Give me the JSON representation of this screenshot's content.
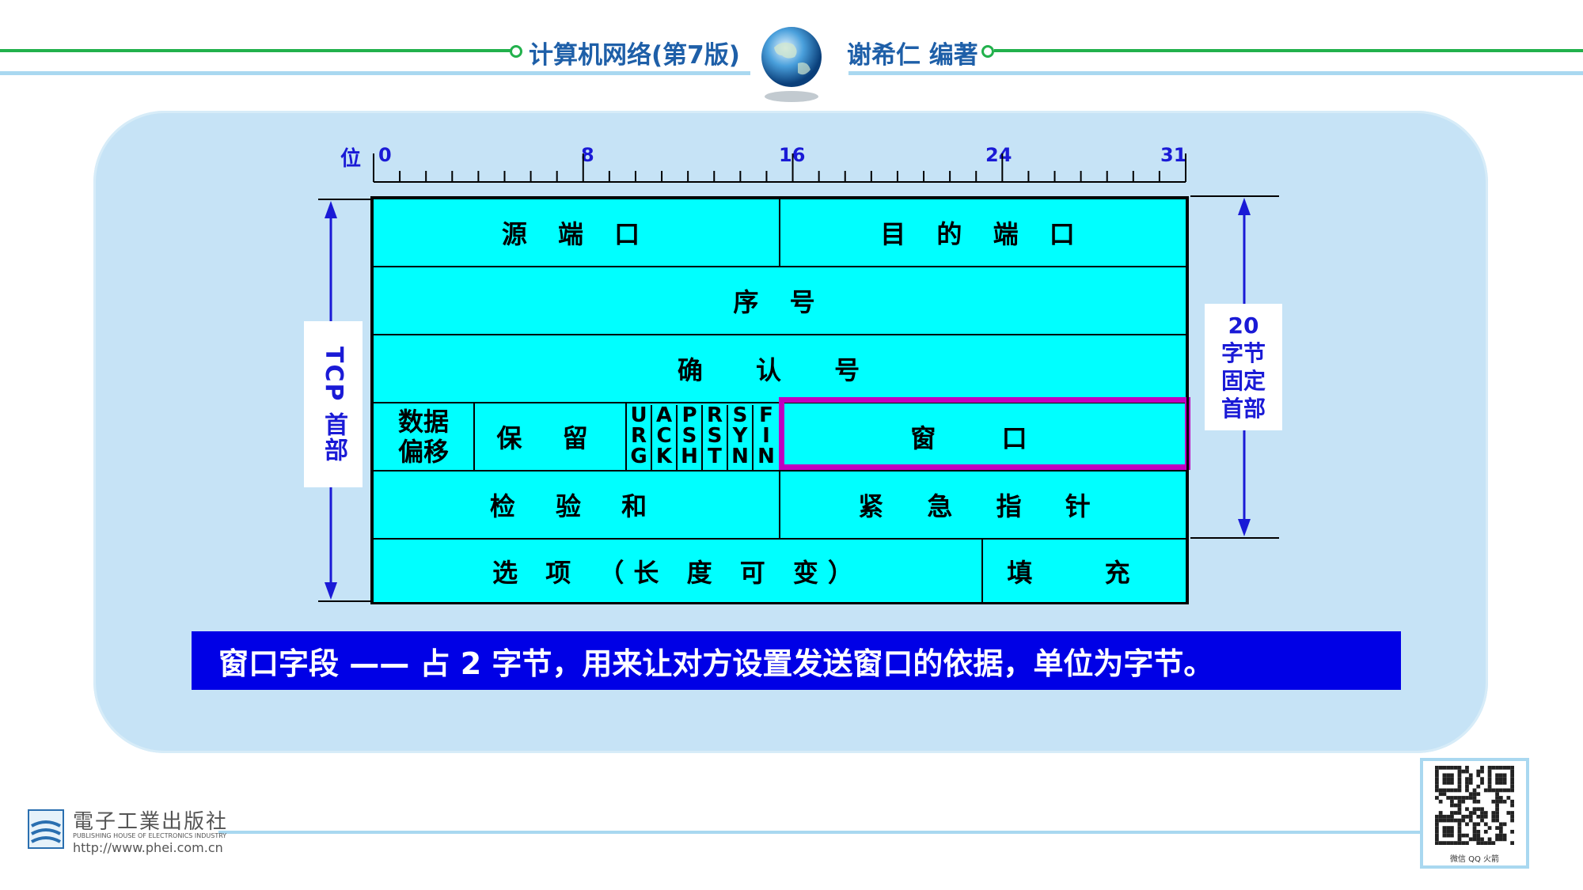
{
  "header": {
    "book_title": "计算机网络(第7版)",
    "author": "谢希仁 编著"
  },
  "ruler": {
    "label": "位",
    "marks": [
      "0",
      "8",
      "16",
      "24",
      "31"
    ]
  },
  "tcp_header": {
    "rows": [
      {
        "cells": [
          "源 端 口",
          "目 的 端 口"
        ]
      },
      {
        "cells": [
          "序 号"
        ]
      },
      {
        "cells": [
          "确 认 号"
        ]
      },
      {
        "data_offset": "数据\n偏移",
        "reserved": "保 留",
        "flags": [
          "URG",
          "ACK",
          "PSH",
          "RST",
          "SYN",
          "FIN"
        ],
        "window": "窗 口"
      },
      {
        "cells": [
          "检 验 和",
          "紧 急 指 针"
        ]
      },
      {
        "cells": [
          "选 项 （长 度 可 变）",
          "填 充"
        ]
      }
    ],
    "left_label": "TCP 首部",
    "right_label_line1": "20",
    "right_label_line2": "字节",
    "right_label_line3": "固定",
    "right_label_line4": "首部",
    "highlight_color": "#c000c0"
  },
  "caption": "窗口字段 —— 占 2 字节，用来让对方设置发送窗口的依据，单位为字节。",
  "footer": {
    "publisher_cn": "電子工業出版社",
    "publisher_en": "PUBLISHING HOUSE OF ELECTRONICS INDUSTRY",
    "url": "http://www.phei.com.cn",
    "qr_caption": "微信 QQ 火箭"
  }
}
